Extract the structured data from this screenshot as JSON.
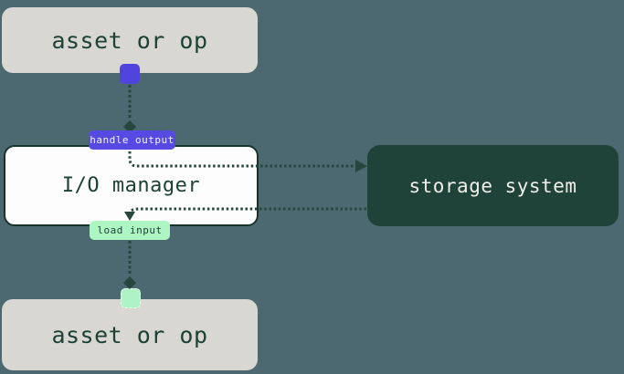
{
  "diagram": {
    "title": "io-manager-data-flow",
    "nodes": {
      "asset_top": {
        "label": "asset or op",
        "kind": "asset"
      },
      "io_manager": {
        "label": "I/O manager",
        "kind": "manager"
      },
      "storage_system": {
        "label": "storage system",
        "kind": "storage"
      },
      "asset_bottom": {
        "label": "asset or op",
        "kind": "asset"
      }
    },
    "badges": {
      "handle_output": {
        "label": "handle output"
      },
      "load_input": {
        "label": "load input"
      }
    },
    "edges": [
      {
        "from": "asset_top",
        "to": "handle_output",
        "style": "dotted",
        "arrowhead": "diamond"
      },
      {
        "from": "handle_output",
        "to": "storage_system",
        "style": "dotted",
        "arrowhead": "triangle-right"
      },
      {
        "from": "storage_system",
        "to": "load_input",
        "style": "dotted",
        "arrowhead": "triangle-down"
      },
      {
        "from": "load_input",
        "to": "asset_bottom",
        "style": "dotted",
        "arrowhead": "diamond"
      }
    ]
  },
  "colors": {
    "canvas-bg": "#4c6971",
    "node-gray-bg": "#d9d7d2",
    "node-text-dark": "#1e4137",
    "io-box-bg": "#fdfdfd",
    "io-box-border": "#16342c",
    "storage-bg": "#204339",
    "storage-text": "#efefe9",
    "accent-purple": "#5044df",
    "badge-purple": "#564ae2",
    "badge-purple-text": "#f4f3fd",
    "accent-green": "#aef2c5",
    "badge-green": "#aef5c4",
    "edge": "#27463d"
  }
}
